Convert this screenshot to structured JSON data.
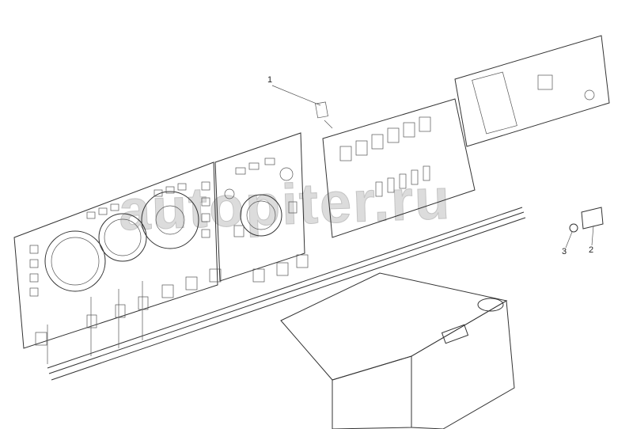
{
  "callouts": [
    {
      "id": "1",
      "label": "1"
    },
    {
      "id": "2",
      "label": "2"
    },
    {
      "id": "3",
      "label": "3"
    }
  ],
  "watermark": {
    "text": "autopiter.ru"
  },
  "colors": {
    "line": "#333333",
    "background": "#ffffff",
    "watermark": "#d8d8d8"
  }
}
